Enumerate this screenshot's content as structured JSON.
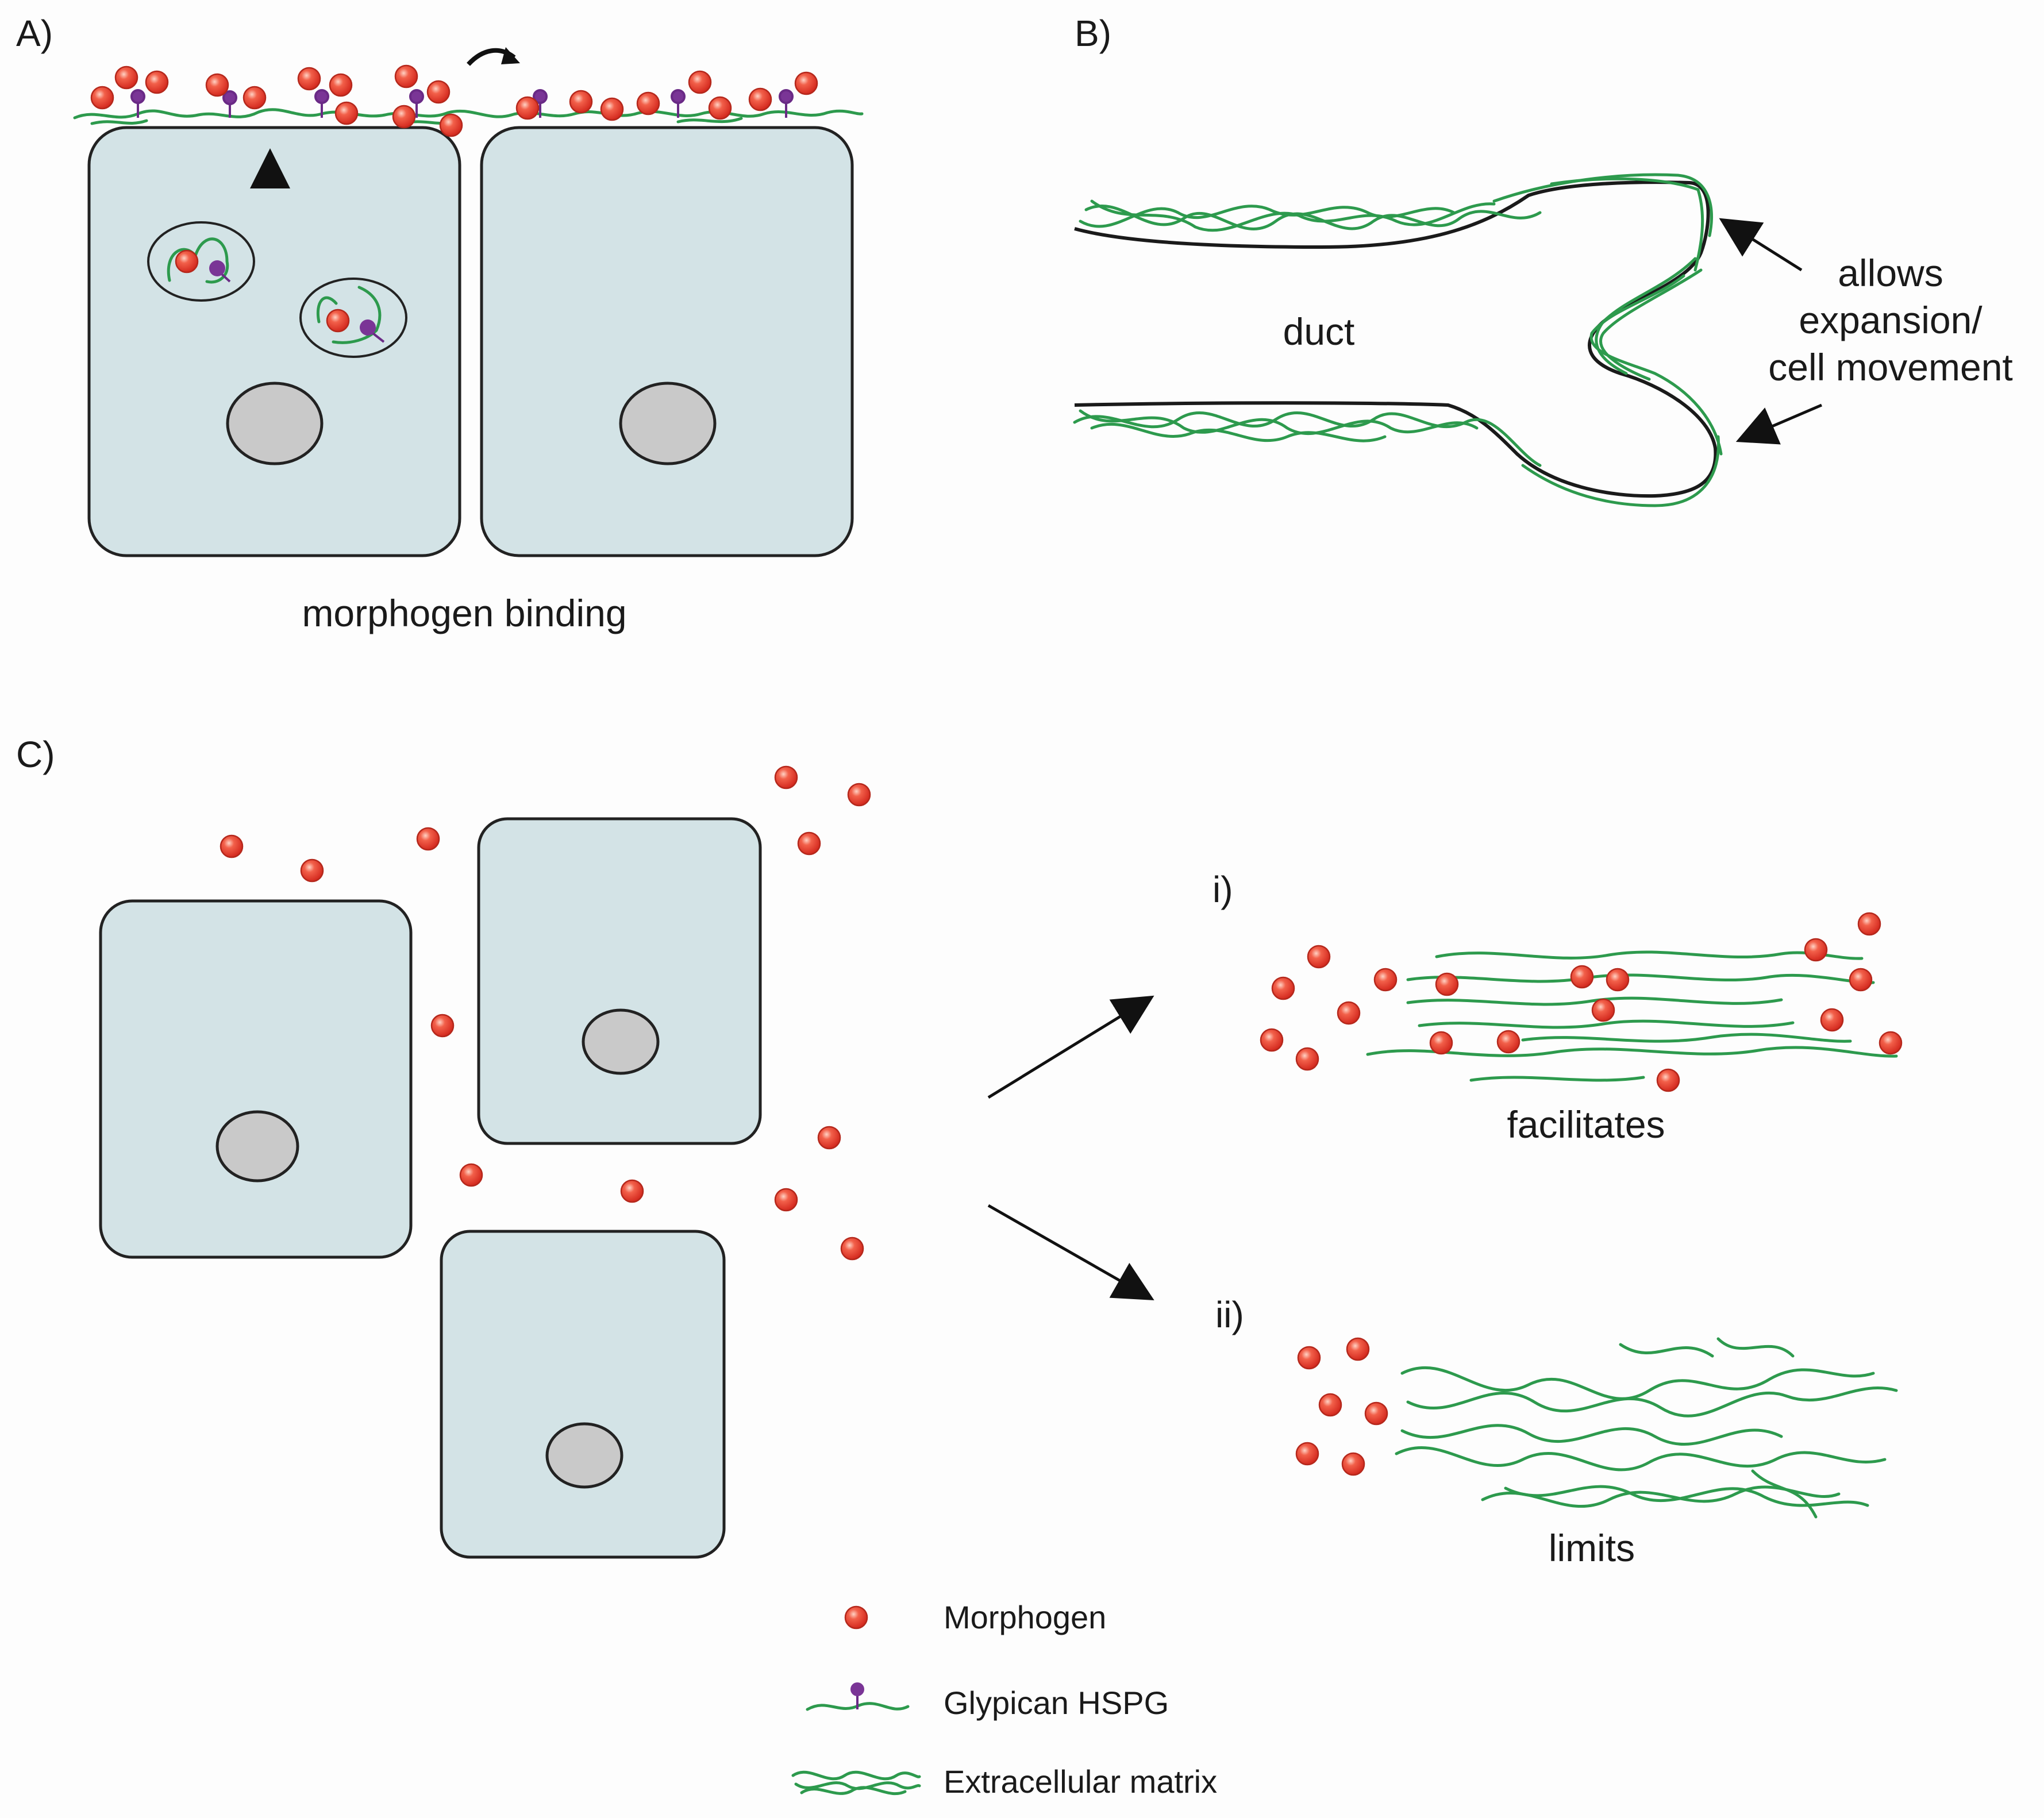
{
  "panels": {
    "a": {
      "label": "A)",
      "caption": "morphogen binding"
    },
    "b": {
      "label": "B)",
      "duct_label": "duct",
      "annotation": [
        "allows",
        "expansion/",
        "cell movement"
      ]
    },
    "c": {
      "label": "C)",
      "outcome_i": {
        "label": "i)",
        "caption": "facilitates"
      },
      "outcome_ii": {
        "label": "ii)",
        "caption": "limits"
      }
    }
  },
  "legend": [
    {
      "icon": "morphogen-icon",
      "label": "Morphogen"
    },
    {
      "icon": "glypican-hspg-icon",
      "label": "Glypican HSPG"
    },
    {
      "icon": "extracellular-matrix-icon",
      "label": "Extracellular matrix"
    }
  ],
  "colors": {
    "cell_fill": "#d3e3e6",
    "nucleus_fill": "#c9c9c9",
    "morphogen": "#e8392e",
    "ecm_green": "#2d9a4d",
    "glypican_purple": "#6a2a86"
  }
}
